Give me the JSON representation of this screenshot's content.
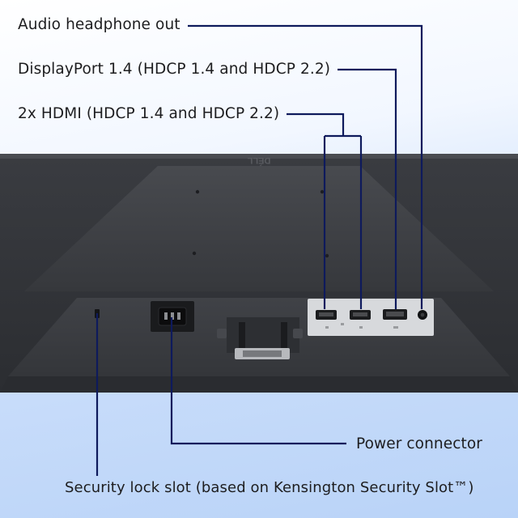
{
  "callouts": {
    "audio_out": "Audio headphone out",
    "displayport": "DisplayPort 1.4 (HDCP 1.4 and HDCP 2.2)",
    "hdmi": "2x HDMI (HDCP 1.4 and HDCP 2.2)",
    "power": "Power connector",
    "security": "Security lock slot (based on Kensington Security Slot™)"
  },
  "brand_logo": "DÉLL",
  "colors": {
    "leader_line": "#0e1a5c",
    "monitor_body": "#3d3f44",
    "monitor_panel": "#2f3135",
    "port_panel": "#d7d9dc"
  }
}
